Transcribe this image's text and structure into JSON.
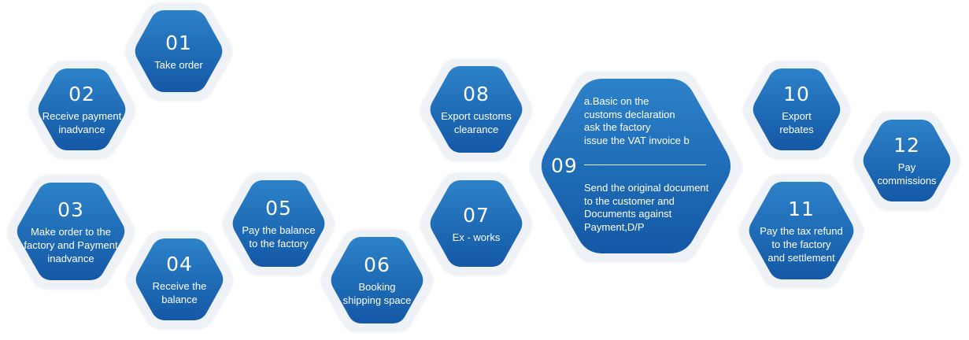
{
  "colors": {
    "hex_top": "#2c82c8",
    "hex_bottom": "#1458a6",
    "halo": "#eef1f5",
    "text": "#ffffff"
  },
  "steps": [
    {
      "number": "01",
      "text": "Take order"
    },
    {
      "number": "02",
      "text": "Receive payment\ninadvance"
    },
    {
      "number": "03",
      "text": "Make order to the\nfactory and Payment\ninadvance"
    },
    {
      "number": "04",
      "text": "Receive the\nbalance"
    },
    {
      "number": "05",
      "text": "Pay the balance\nto the factory"
    },
    {
      "number": "06",
      "text": "Booking\nshipping space"
    },
    {
      "number": "07",
      "text": "Ex - works"
    },
    {
      "number": "08",
      "text": "Export customs\nclearance"
    },
    {
      "number": "09",
      "text_a": "a.Basic on the\ncustoms declaration\nask the factory\nissue the VAT invoice b",
      "text_b": "Send the original document\nto the customer and\nDocuments against\nPayment,D/P"
    },
    {
      "number": "10",
      "text": "Export\nrebates"
    },
    {
      "number": "11",
      "text": "Pay the tax refund\nto the factory\nand settlement"
    },
    {
      "number": "12",
      "text": "Pay\ncommissions"
    }
  ]
}
